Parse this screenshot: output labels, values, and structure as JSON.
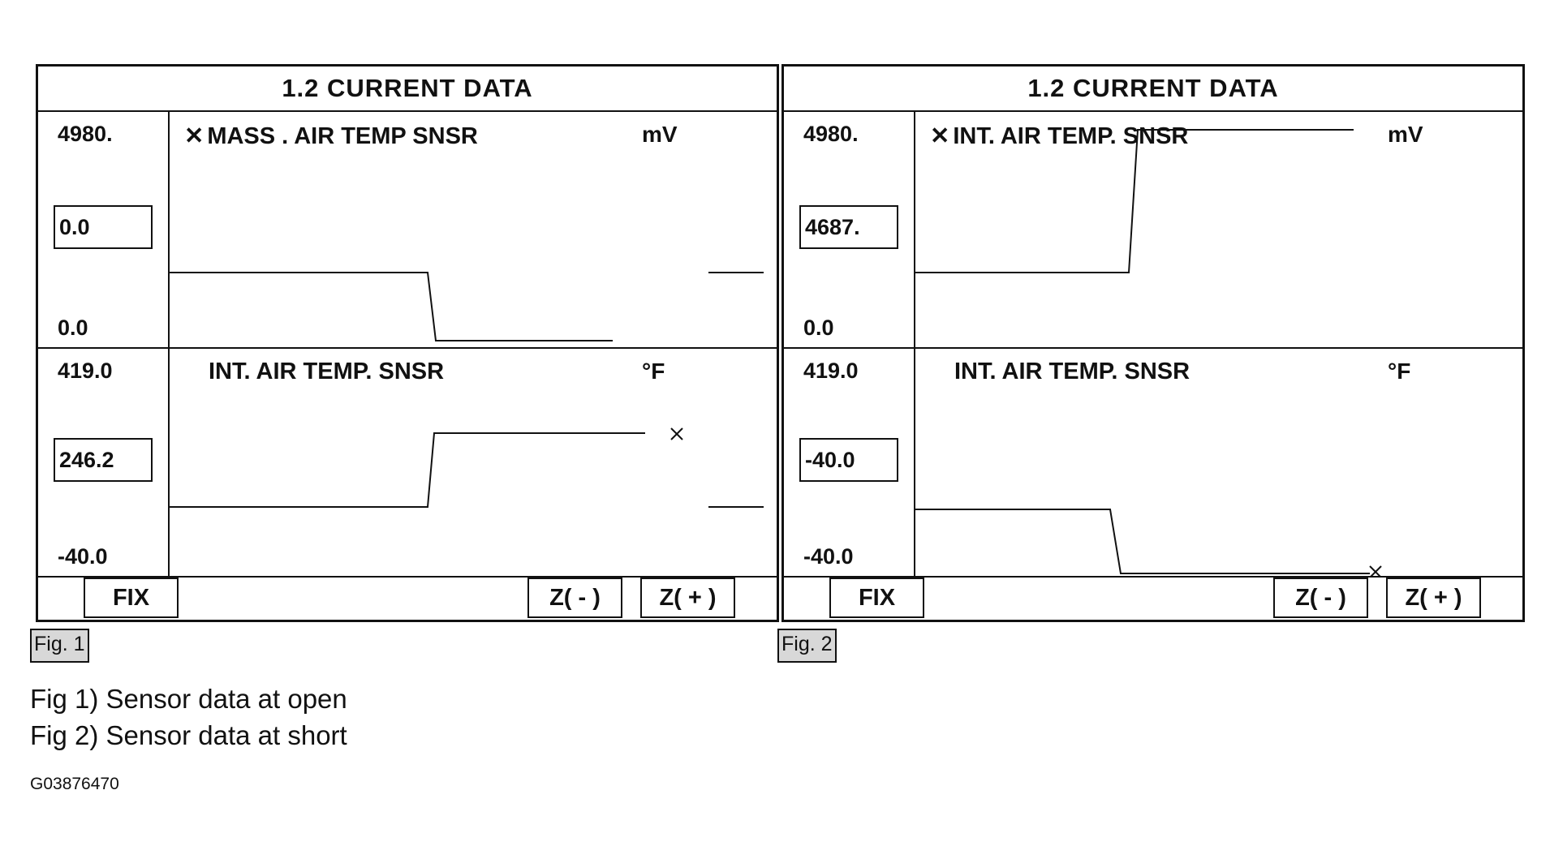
{
  "screens": [
    {
      "title": "1.2 CURRENT DATA",
      "panels": [
        {
          "mark": "✕",
          "name": "MASS . AIR  TEMP  SNSR",
          "unit": "mV",
          "max": "4980.",
          "current": "0.0",
          "min": "0.0"
        },
        {
          "mark": "",
          "name": "INT. AIR TEMP. SNSR",
          "unit": "°F",
          "max": "419.0",
          "current": "246.2",
          "min": "-40.0"
        }
      ],
      "buttons": {
        "fix": "FIX",
        "zoom_out": "Z( - )",
        "zoom_in": "Z( + )"
      },
      "tag": "Fig. 1"
    },
    {
      "title": "1.2 CURRENT DATA",
      "panels": [
        {
          "mark": "✕",
          "name": "INT. AIR TEMP. SNSR",
          "unit": "mV",
          "max": "4980.",
          "current": "4687.",
          "min": "0.0"
        },
        {
          "mark": "",
          "name": "INT. AIR TEMP. SNSR",
          "unit": "°F",
          "max": "419.0",
          "current": "-40.0",
          "min": "-40.0"
        }
      ],
      "buttons": {
        "fix": "FIX",
        "zoom_out": "Z( - )",
        "zoom_in": "Z( + )"
      },
      "tag": "Fig. 2"
    }
  ],
  "captions": [
    "Fig 1) Sensor data at open",
    "Fig 2) Sensor data at short"
  ],
  "code": "G03876470",
  "colors": {
    "line": "#111111",
    "tag_bg": "#d8d8d8",
    "background": "#ffffff"
  }
}
